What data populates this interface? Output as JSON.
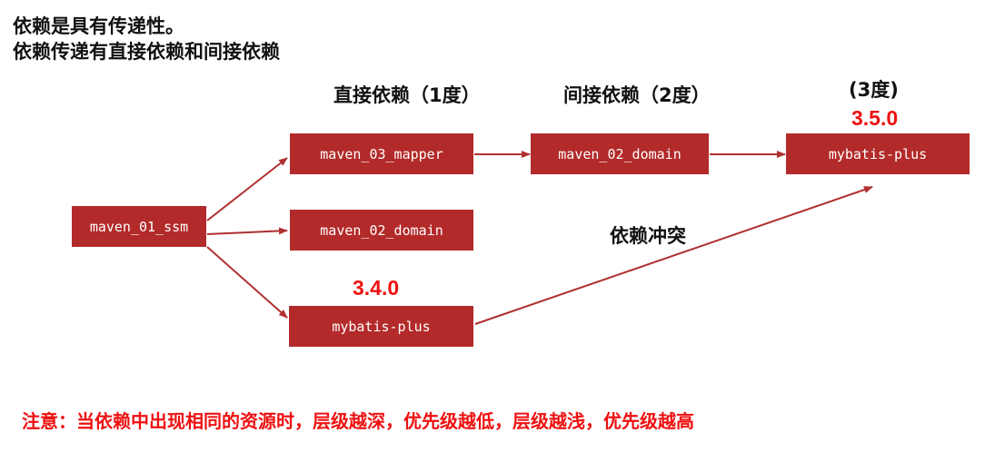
{
  "headings": {
    "line1": "依赖是具有传递性。",
    "line2": "依赖传递有直接依赖和间接依赖"
  },
  "columns": {
    "direct": "直接依赖（1度）",
    "indirect": "间接依赖（2度）",
    "third": "(3度)"
  },
  "nodes": {
    "root": "maven_01_ssm",
    "mapper": "maven_03_mapper",
    "domain_2nd": "maven_02_domain",
    "domain_1st": "maven_02_domain",
    "mybatis_direct": "mybatis-plus",
    "mybatis_third": "mybatis-plus"
  },
  "versions": {
    "direct": "3.4.0",
    "third": "3.5.0"
  },
  "conflict_label": "依赖冲突",
  "note": "注意：当依赖中出现相同的资源时，层级越深，优先级越低，层级越浅，优先级越高",
  "colors": {
    "node_fill": "#b32a2a",
    "arrow": "#b03030",
    "version_text": "#ee1111",
    "note_text": "#ee1111"
  }
}
